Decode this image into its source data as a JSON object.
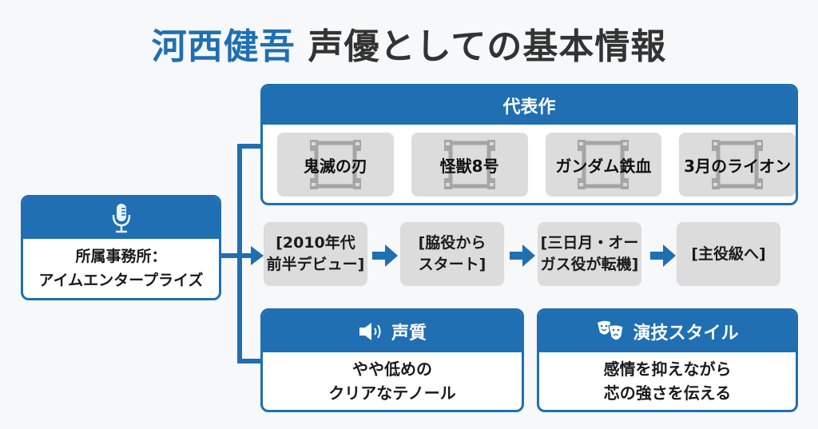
{
  "title": {
    "name": "河西健吾",
    "subtitle": "声優としての基本情報"
  },
  "colors": {
    "accent": "#1f6fb2",
    "tile": "#dcdcdc",
    "text": "#1b1b1b"
  },
  "agency": {
    "icon": "microphone-icon",
    "label": "所属事務所：",
    "value": "アイムエンタープライズ"
  },
  "works": {
    "header": "代表作",
    "icon": "film-strip-icon",
    "items": [
      {
        "label": "鬼滅の刃"
      },
      {
        "label": "怪獣8号"
      },
      {
        "label": "ガンダム鉄血"
      },
      {
        "label": "3月のライオン"
      }
    ]
  },
  "career": {
    "steps": [
      {
        "line1": "[2010年代",
        "line2": "前半デビュー]"
      },
      {
        "line1": "[脇役から",
        "line2": "スタート]"
      },
      {
        "line1": "[三日月・オー",
        "line2": "ガス役が転機]"
      },
      {
        "line1": "[主役級へ]",
        "line2": ""
      }
    ]
  },
  "voice": {
    "icon": "speaker-icon",
    "header": "声質",
    "line1": "やや低めの",
    "line2": "クリアなテノール"
  },
  "acting": {
    "icon": "theater-masks-icon",
    "header": "演技スタイル",
    "line1": "感情を抑えながら",
    "line2": "芯の強さを伝える"
  }
}
